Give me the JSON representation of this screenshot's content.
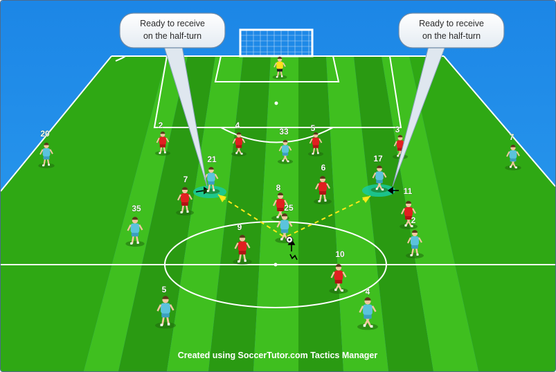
{
  "callouts": {
    "left": {
      "line1": "Ready to receive",
      "line2": "on the half-turn"
    },
    "right": {
      "line1": "Ready to receive",
      "line2": "on the half-turn"
    }
  },
  "footer": {
    "credit": "Created using SoccerTutor.com Tactics Manager"
  },
  "colors": {
    "sky": "#1f8fe8",
    "grass_light": "#3fbf1f",
    "grass_dark": "#2a9a12",
    "blue_team": "#5bc3dc",
    "red_team": "#e02020",
    "pass_line": "#ffe81a",
    "highlight": "#19c9a0"
  },
  "players": {
    "red": [
      {
        "number": "2"
      },
      {
        "number": "4"
      },
      {
        "number": "5"
      },
      {
        "number": "3"
      },
      {
        "number": "7"
      },
      {
        "number": "8"
      },
      {
        "number": "6"
      },
      {
        "number": "2"
      },
      {
        "number": "9"
      },
      {
        "number": "10"
      }
    ],
    "blue": [
      {
        "number": "20"
      },
      {
        "number": "33"
      },
      {
        "number": "7"
      },
      {
        "number": "21"
      },
      {
        "number": "17"
      },
      {
        "number": "11"
      },
      {
        "number": "35"
      },
      {
        "number": "25"
      },
      {
        "number": "5"
      },
      {
        "number": "4"
      }
    ],
    "goalkeeper": {
      "number": ""
    }
  },
  "icons": {
    "ball": "soccer-ball-icon",
    "goal": "goal-icon",
    "movement": "movement-arrow-icon"
  }
}
